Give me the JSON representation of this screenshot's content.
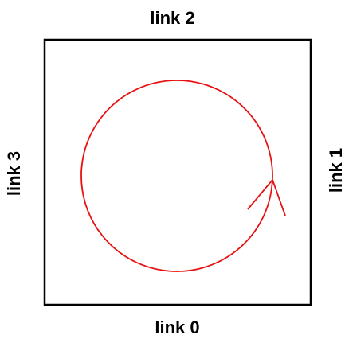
{
  "diagram": {
    "labels": {
      "top": "link 2",
      "right": "link 1",
      "bottom": "link 0",
      "left": "link 3"
    },
    "colors": {
      "frame": "#000000",
      "loop": "#e81010",
      "background": "#ffffff"
    },
    "loop_direction": "counter-clockwise"
  }
}
